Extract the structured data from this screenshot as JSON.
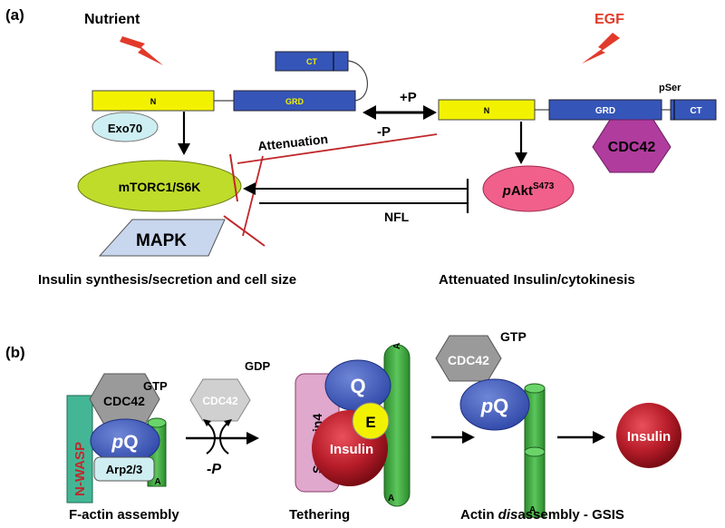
{
  "panel_a": {
    "label": "(a)",
    "nutrient": "Nutrient",
    "egf": "EGF",
    "left_construct": {
      "n": "N",
      "grd": "GRD",
      "ct": "CT"
    },
    "exo70": "Exo70",
    "mtorc": "mTORC1/S6K",
    "mapk": "MAPK",
    "attenuation": "Attenuation",
    "plus_p": "+P",
    "minus_p": "-P",
    "right_construct": {
      "n": "N",
      "grd": "GRD",
      "ct": "CT",
      "pser": "pSer"
    },
    "cdc42": "CDC42",
    "pakt_p": "p",
    "pakt_main": "Akt",
    "pakt_sup": "S473",
    "nfl": "NFL",
    "caption_left": "Insulin synthesis/secretion and cell size",
    "caption_right": "Attenuated Insulin/cytokinesis"
  },
  "panel_b": {
    "label": "(b)",
    "nwasp": "N-WASP",
    "cdc42_gtp": {
      "name": "CDC42",
      "gtp": "GTP"
    },
    "cdc42_gdp": {
      "name": "CDC42",
      "gdp": "GDP"
    },
    "pq_p": "p",
    "pq_q": "Q",
    "arp23": "Arp2/3",
    "actin_a": "A",
    "minus_p": "-P",
    "syntaxin4": "Syntaxin4",
    "q": "Q",
    "e": "E",
    "insulin": "Insulin",
    "cdc42_gtp_right": {
      "name": "CDC42",
      "gtp": "GTP"
    },
    "insulin_right": "Insulin",
    "caption_1": "F-actin assembly",
    "caption_2": "Tethering",
    "caption_3_pre": "Actin ",
    "caption_3_em": "dis",
    "caption_3_post": "assembly - GSIS"
  }
}
